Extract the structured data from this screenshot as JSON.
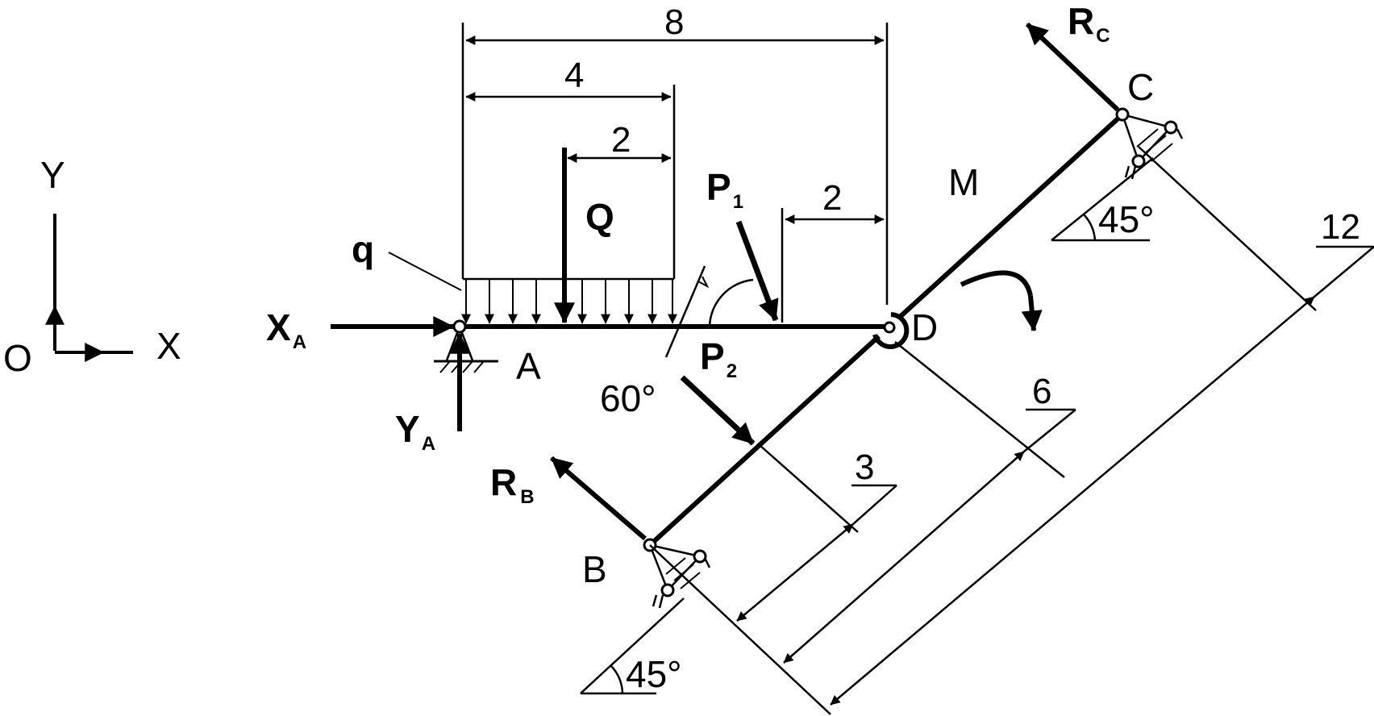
{
  "axes": {
    "y": "Y",
    "x": "X",
    "origin": "O"
  },
  "points": {
    "a": "A",
    "b": "B",
    "c": "C",
    "d": "D"
  },
  "forces": {
    "xa": {
      "main": "X",
      "sub": "A"
    },
    "ya": {
      "main": "Y",
      "sub": "A"
    },
    "rb": {
      "main": "R",
      "sub": "B"
    },
    "rc": {
      "main": "R",
      "sub": "C"
    },
    "p1": {
      "main": "P",
      "sub": "1"
    },
    "p2": {
      "main": "P",
      "sub": "2"
    },
    "q_point": "Q",
    "q_dist": "q",
    "moment": "M"
  },
  "dimensions": {
    "top_8": "8",
    "top_4": "4",
    "top_2_q": "2",
    "top_2_p1": "2",
    "diag_3": "3",
    "diag_6": "6",
    "diag_12": "12"
  },
  "angles": {
    "p1": "60°",
    "b_support": "45°",
    "c_support": "45°"
  }
}
